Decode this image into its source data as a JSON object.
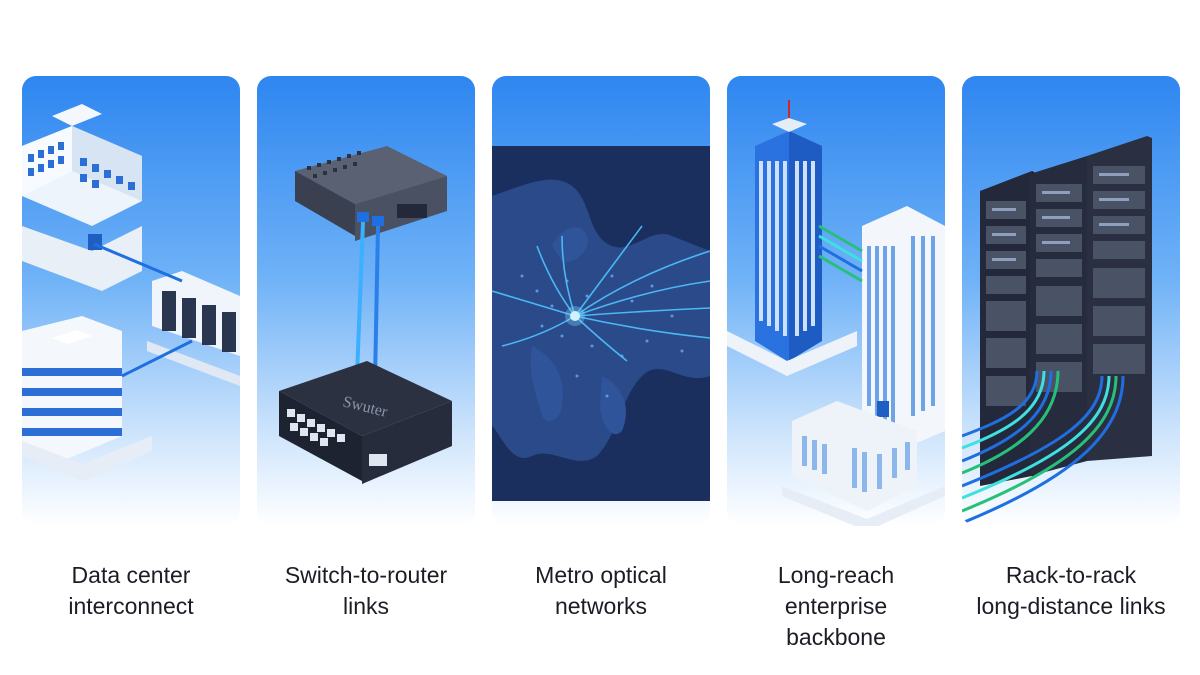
{
  "panels": [
    {
      "icon": "data-center-buildings-icon",
      "caption": [
        "Data center",
        "interconnect"
      ]
    },
    {
      "icon": "switch-router-icon",
      "caption": [
        "Switch-to-router",
        "links"
      ],
      "device_label": "Swuter"
    },
    {
      "icon": "europe-map-icon",
      "caption": [
        "Metro optical",
        "networks"
      ]
    },
    {
      "icon": "skyscraper-buildings-icon",
      "caption": [
        "Long-reach",
        "enterprise",
        "backbone"
      ]
    },
    {
      "icon": "server-racks-icon",
      "caption": [
        "Rack-to-rack",
        "long-distance links"
      ]
    }
  ],
  "colors": {
    "card_top": "#2e86f0",
    "card_bottom": "#ffffff",
    "link_blue": "#1f6fe0",
    "link_cyan": "#3ee0e0",
    "link_green": "#27c07a",
    "text": "#1c1c24"
  }
}
